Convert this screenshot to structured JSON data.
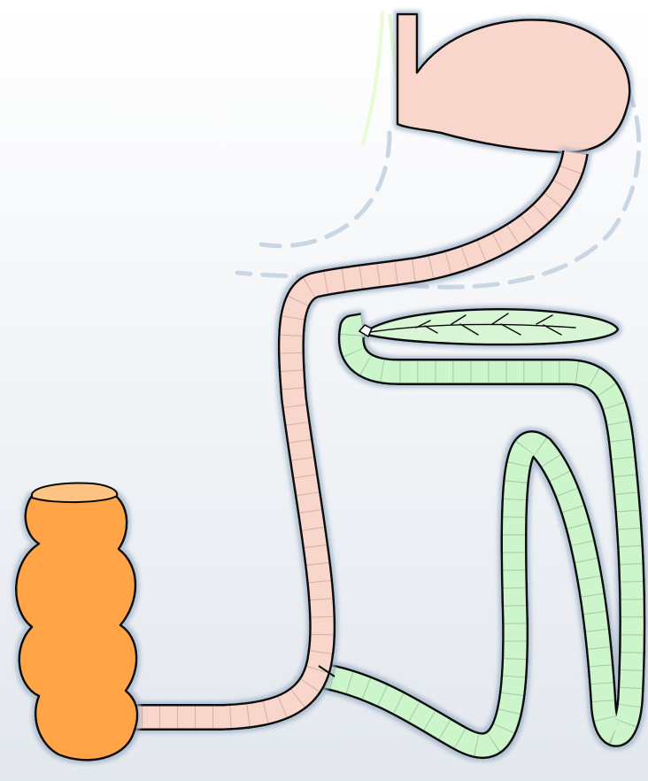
{
  "diagram": {
    "kind": "digestive-tract-schematic",
    "labels": [],
    "colors": {
      "background_top": "#ffffff",
      "background_bottom": "#e3e8ee",
      "halo": "#c6d2e0",
      "outline": "#0a0a0a",
      "stomach_and_pink_limb": "#f9d6cb",
      "green_limb": "#ccf5cb",
      "pancreas": "#d8f6d6",
      "colon": "#ffa447",
      "colon_cut_surface": "#fcc382",
      "esophagus_lines": "#e8fbd2",
      "dashed_outline": "#c9d6e4"
    },
    "parts": [
      "gastric-pouch",
      "remnant-stomach-outline",
      "biliopancreatic-limb",
      "alimentary-limb",
      "common-channel",
      "pancreas",
      "pancreatic-duct",
      "colon",
      "vagus-nerve-lines"
    ]
  }
}
